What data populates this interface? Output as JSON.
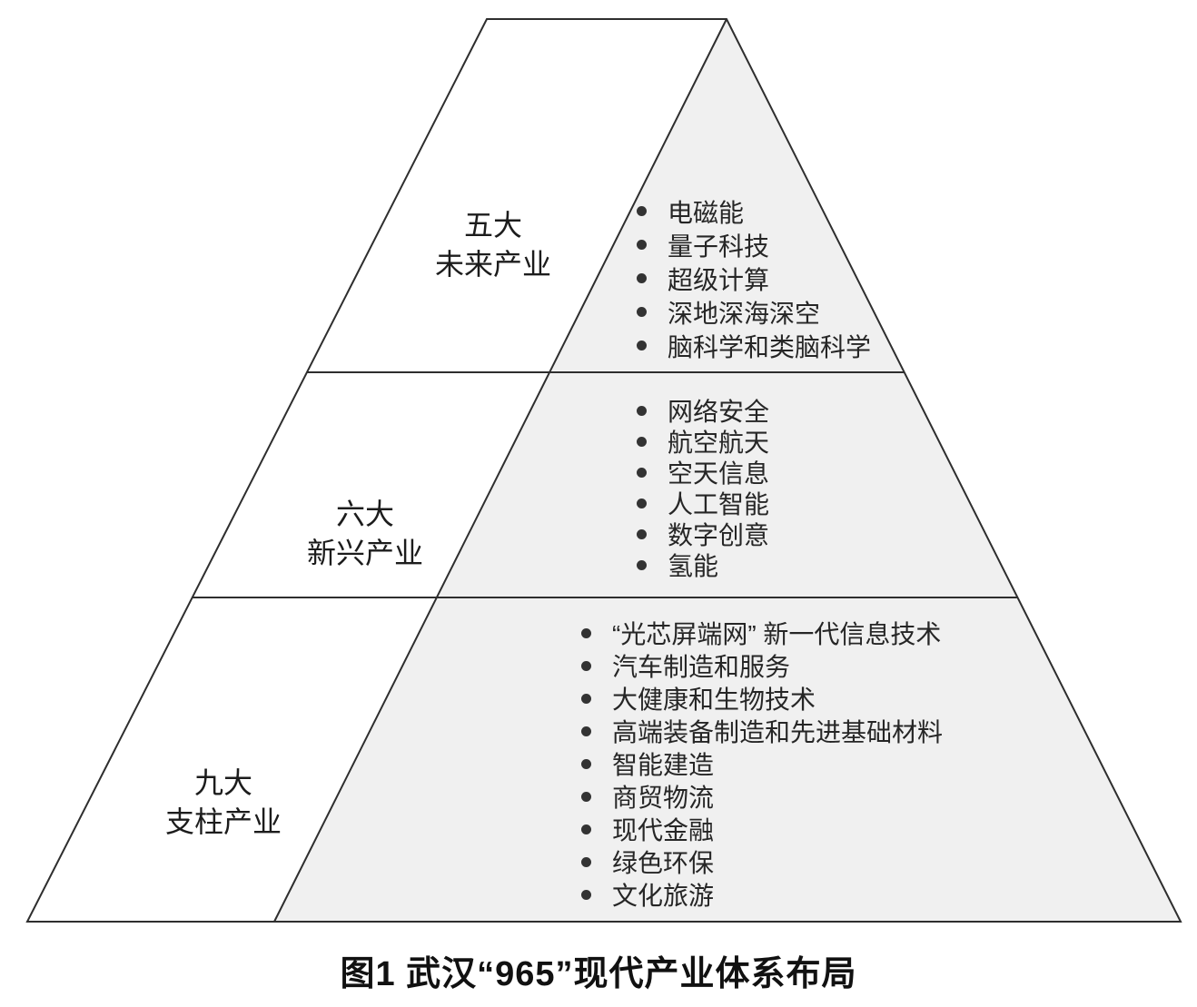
{
  "figure": {
    "caption": "图1 武汉“965”现代产业体系布局"
  },
  "pyramid": {
    "tiers": [
      {
        "label_line1": "五大",
        "label_line2": "未来产业",
        "items": [
          "电磁能",
          "量子科技",
          "超级计算",
          "深地深海深空",
          "脑科学和类脑科学"
        ]
      },
      {
        "label_line1": "六大",
        "label_line2": "新兴产业",
        "items": [
          "网络安全",
          "航空航天",
          "空天信息",
          "人工智能",
          "数字创意",
          "氢能"
        ]
      },
      {
        "label_line1": "九大",
        "label_line2": "支柱产业",
        "items": [
          "“光芯屏端网” 新一代信息技术",
          "汽车制造和服务",
          "大健康和生物技术",
          "高端装备制造和先进基础材料",
          "智能建造",
          "商贸物流",
          "现代金融",
          "绿色环保",
          "文化旅游"
        ]
      }
    ]
  },
  "colors": {
    "right_region_fill": "#f0f0f0",
    "line": "#2e2e2e",
    "text": "#222222",
    "bullet": "#333333"
  }
}
